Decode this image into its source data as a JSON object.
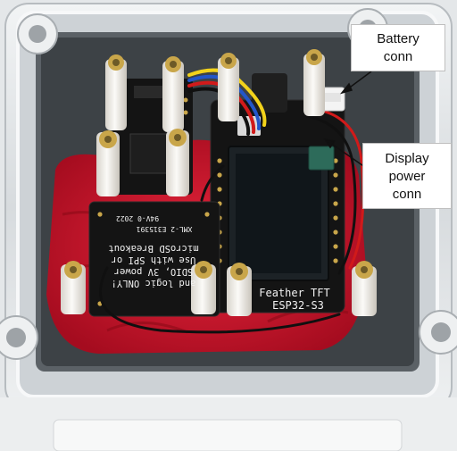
{
  "photo": {
    "subject": "Open waterproof enclosure containing microcontroller and breakout boards",
    "colors": {
      "enclosure": "#d9dde0",
      "enclosure_shadow": "#8d9398",
      "lid_edge": "#f1f3f4",
      "foam": "#d4122a",
      "board": "#141414",
      "silkscreen": "#f2f2f2",
      "standoff": "#ece9e3",
      "standoff_top": "#c9a64a",
      "wire_red": "#d11a1a",
      "wire_black": "#101010",
      "wire_yellow": "#f2d21b",
      "wire_blue": "#2356c9",
      "connector_white": "#f4f4f4",
      "display_glass": "#1c2226",
      "connector_green": "#2d6b5a"
    }
  },
  "boards": {
    "microsd": {
      "lines": [
        "and logic ONLY!",
        "SDIO, 3V power",
        "Use with SPI or",
        "microSD Breakout"
      ],
      "part_code": "XML-2 E315391",
      "date_code": "94V-0 2022"
    },
    "feather": {
      "label_line1": "Feather TFT",
      "label_line2": "ESP32-S3"
    }
  },
  "callouts": {
    "battery": {
      "line1": "Battery",
      "line2": "conn"
    },
    "display": {
      "line1": "Display",
      "line2": "power",
      "line3": "conn"
    }
  }
}
